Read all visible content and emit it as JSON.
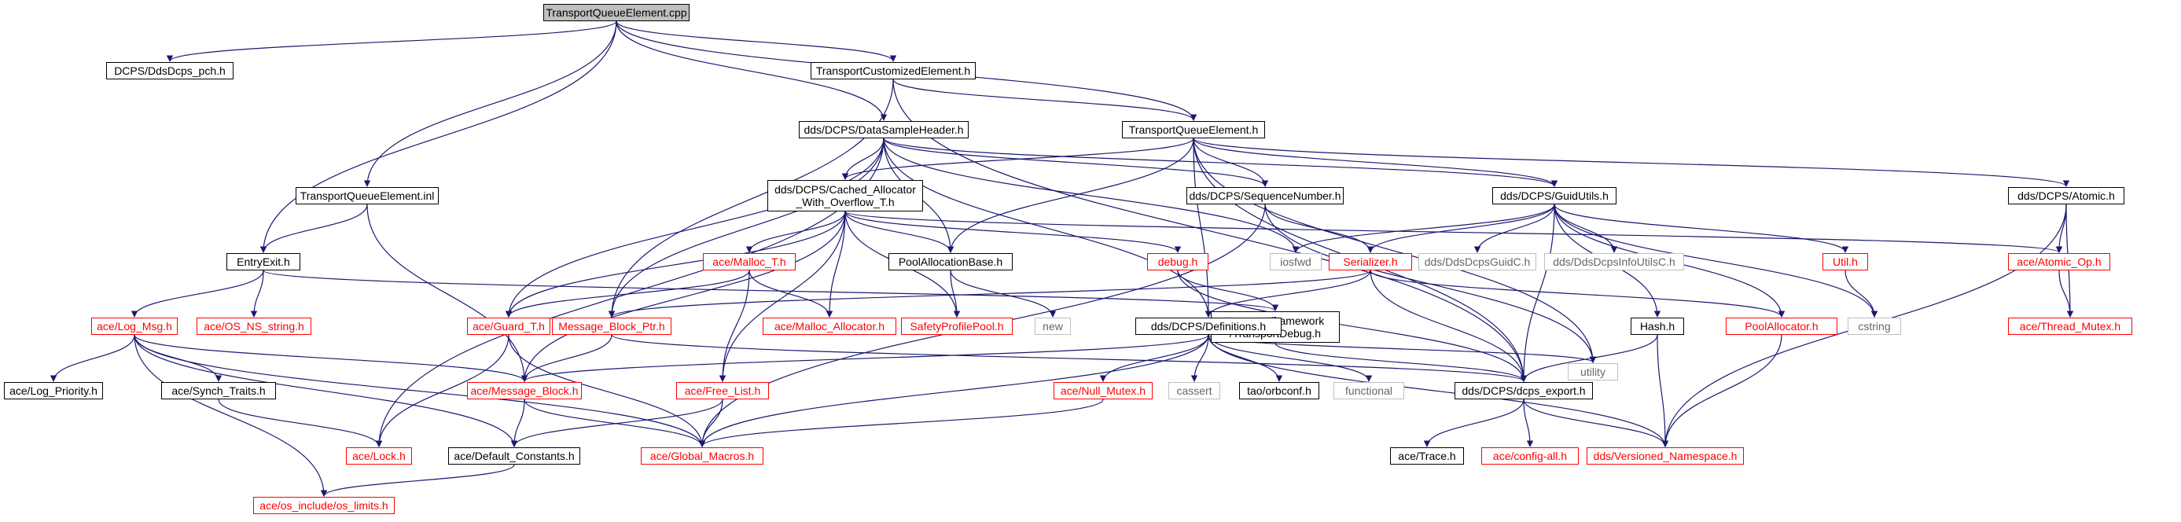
{
  "colors": {
    "edge": "#191970",
    "root_fill": "#bfbfbf",
    "incomplete_border": "#ff0000",
    "external_border": "#bfbfbf"
  },
  "nodes": {
    "n_root": "TransportQueueElement.cpp",
    "n_pch": "DCPS/DdsDcps_pch.h",
    "n_tce": "TransportCustomizedElement.h",
    "n_dsh": "dds/DCPS/DataSampleHeader.h",
    "n_tqeh": "TransportQueueElement.h",
    "n_tqei": "TransportQueueElement.inl",
    "n_cawo": "dds/DCPS/Cached_Allocator\n_With_Overflow_T.h",
    "n_seqn": "dds/DCPS/SequenceNumber.h",
    "n_guid": "dds/DCPS/GuidUtils.h",
    "n_atomic": "dds/DCPS/Atomic.h",
    "n_entry": "EntryExit.h",
    "n_malloc": "ace/Malloc_T.h",
    "n_pab": "PoolAllocationBase.h",
    "n_debug": "debug.h",
    "n_iosfwd": "iosfwd",
    "n_ser": "Serializer.h",
    "n_guidc": "dds/DdsDcpsGuidC.h",
    "n_infoc": "dds/DdsDcpsInfoUtilsC.h",
    "n_util": "Util.h",
    "n_atomop": "ace/Atomic_Op.h",
    "n_logmsg": "ace/Log_Msg.h",
    "n_osns": "ace/OS_NS_string.h",
    "n_guard": "ace/Guard_T.h",
    "n_mbp": "Message_Block_Ptr.h",
    "n_mallocalloc": "ace/Malloc_Allocator.h",
    "n_spp": "SafetyProfilePool.h",
    "n_new": "new",
    "n_tdebug": "transport/framework\n/TransportDebug.h",
    "n_defs": "dds/DCPS/Definitions.h",
    "n_hash": "Hash.h",
    "n_poolalloc": "PoolAllocator.h",
    "n_cstring": "cstring",
    "n_thrmutex": "ace/Thread_Mutex.h",
    "n_logprio": "ace/Log_Priority.h",
    "n_synch": "ace/Synch_Traits.h",
    "n_msgblock": "ace/Message_Block.h",
    "n_freelist": "ace/Free_List.h",
    "n_nullmutex": "ace/Null_Mutex.h",
    "n_cassert": "cassert",
    "n_orbconf": "tao/orbconf.h",
    "n_functional": "functional",
    "n_utility": "utility",
    "n_export": "dds/DCPS/dcps_export.h",
    "n_lock": "ace/Lock.h",
    "n_defconst": "ace/Default_Constants.h",
    "n_globmac": "ace/Global_Macros.h",
    "n_trace": "ace/Trace.h",
    "n_configall": "ace/config-all.h",
    "n_versns": "dds/Versioned_Namespace.h",
    "n_oslimits": "ace/os_include/os_limits.h"
  }
}
